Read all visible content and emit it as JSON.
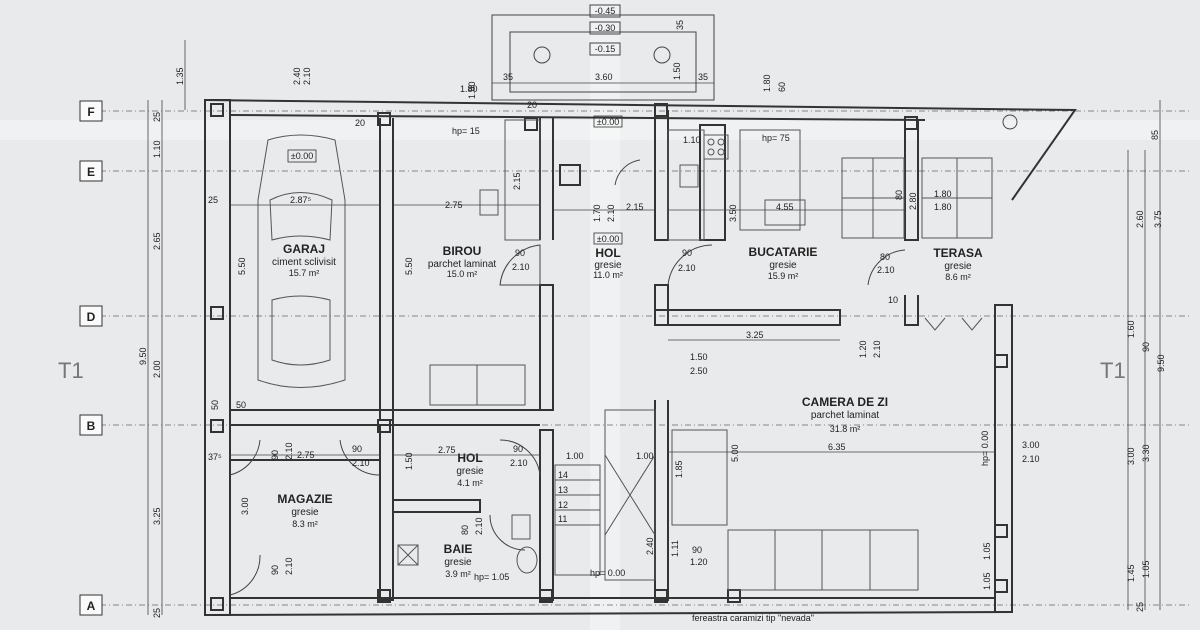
{
  "axes": {
    "F": "F",
    "E": "E",
    "D": "D",
    "B": "B",
    "A": "A",
    "t1_left": "T1",
    "t1_right": "T1"
  },
  "rooms": {
    "garaj": {
      "name": "GARAJ",
      "floor": "ciment sclivisit",
      "area": "15.7 m²",
      "level": "±0.00"
    },
    "birou": {
      "name": "BIROU",
      "floor": "parchet laminat",
      "area": "15.0 m²"
    },
    "hol_top": {
      "name": "HOL",
      "floor": "gresie",
      "area": "11.0 m²",
      "level": "±0.00"
    },
    "bucatarie": {
      "name": "BUCATARIE",
      "floor": "gresie",
      "area": "15.9 m²"
    },
    "terasa": {
      "name": "TERASA",
      "floor": "gresie",
      "area": "8.6 m²"
    },
    "camera": {
      "name": "CAMERA DE ZI",
      "floor": "parchet laminat",
      "area": "31.8 m²"
    },
    "hol_bottom": {
      "name": "HOL",
      "floor": "gresie",
      "area": "4.1 m²"
    },
    "magazie": {
      "name": "MAGAZIE",
      "floor": "gresie",
      "area": "8.3 m²"
    },
    "baie": {
      "name": "BAIE",
      "floor": "gresie",
      "area": "3.9 m²"
    }
  },
  "top_levels": {
    "a": "-0.45",
    "b": "-0.30",
    "c": "-0.15"
  },
  "annotations": {
    "hp15": "hp= 15",
    "hp75": "hp= 75",
    "hp105": "hp= 1.05",
    "hp000_bottom": "hp= 0.00",
    "hp000_right": "hp= 0.00",
    "pm000_top": "±0.00",
    "window_note": "fereastra caramizi tip \"nevada\""
  },
  "dims": {
    "top": {
      "d35a": "35",
      "d360": "3.60",
      "d35b": "35",
      "d180a": "1.80",
      "d180b": "1.80",
      "d150": "1.50",
      "d35c": "35",
      "d180c": "1.80",
      "d60": "60",
      "d240": "2.40",
      "d210a": "2.10"
    },
    "left": {
      "d135": "1.35",
      "d25a": "25",
      "d110": "1.10",
      "d265": "2.65",
      "d950": "9.50",
      "d200": "2.00",
      "d325": "3.25",
      "d25b": "25"
    },
    "inner": {
      "d287": "2.87⁵",
      "d25_g": "25",
      "d550a": "5.50",
      "d550b": "5.50",
      "d275a": "2.75",
      "d215a": "2.15",
      "d170": "1.70",
      "d210_hol": "2.10",
      "d215b": "2.15",
      "d350": "3.50",
      "d455": "4.55",
      "d90_birou": "90",
      "d210_birou": "2.10",
      "d90_bucat": "90",
      "d210_bucat": "2.10",
      "d80_ter": "80",
      "d210_ter": "2.10",
      "d10": "10",
      "d325_d": "3.25",
      "d150_d": "1.50",
      "d250_d": "2.50",
      "d120": "1.20",
      "d210_d": "2.10",
      "d635": "6.35",
      "d500": "5.00",
      "d185": "1.85",
      "d90_hol": "90",
      "d210_hol2": "2.10",
      "d275b": "2.75",
      "d90_hol_r": "90",
      "d210_hol_r": "2.10",
      "d100a": "1.00",
      "d100b": "1.00",
      "d375": "37⁵",
      "d275c": "2.75",
      "d90_mag": "90",
      "d210_mag": "2.10",
      "d90_mag2": "90",
      "d210_mag2": "2.10",
      "d300": "3.00",
      "d150_hol": "1.50",
      "d80_baie": "80",
      "d210_baie": "2.10",
      "d240_st": "2.40",
      "d90_st": "90",
      "d120_st": "1.20",
      "d111": "1.11",
      "d50a": "50",
      "d50b": "50",
      "d20a": "20",
      "d20b": "20",
      "d110_k": "1.10",
      "d180d": "1.80",
      "d180e": "1.80",
      "d80_t": "80",
      "d280": "2.80"
    },
    "right": {
      "d85": "85",
      "d260": "2.60",
      "d375": "3.75",
      "d160": "1.60",
      "d90": "90",
      "d950": "9.50",
      "d300a": "3.00",
      "d210": "2.10",
      "d300b": "3.00",
      "d330": "3.30",
      "d105a": "1.05",
      "d145": "1.45",
      "d105b": "1.05",
      "d25": "25",
      "d105c": "1.05"
    }
  },
  "stairs": [
    "11",
    "12",
    "13",
    "14"
  ]
}
